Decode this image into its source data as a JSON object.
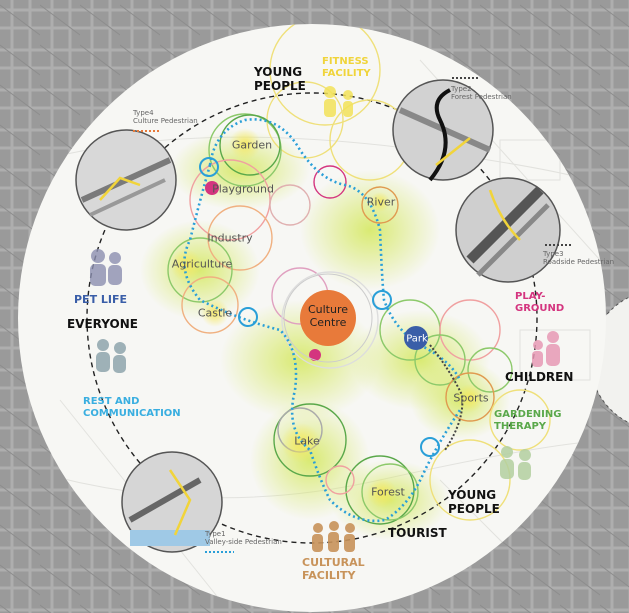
{
  "colors": {
    "background": "#9a9a9a",
    "main_circle": "#f7f7f4",
    "dashed_ring": "#222222",
    "pedestrian_path": "#2a9fd8",
    "green_zone": "#c9e26a",
    "yellow_node": "#f3e35a",
    "culture_centre": "#e87a3a",
    "park": "#3a5ea8",
    "pink": "#d4357f",
    "blue": "#39aee0",
    "green": "#5aa84a",
    "brown": "#c8935a"
  },
  "center": {
    "label": "Culture\nCentre"
  },
  "nodes": [
    {
      "key": "garden",
      "label": "Garden"
    },
    {
      "key": "playground",
      "label": "Playground"
    },
    {
      "key": "industry",
      "label": "Industry"
    },
    {
      "key": "agriculture",
      "label": "Agriculture"
    },
    {
      "key": "castle",
      "label": "Castle"
    },
    {
      "key": "river",
      "label": "River"
    },
    {
      "key": "park",
      "label": "Park"
    },
    {
      "key": "sports",
      "label": "Sports"
    },
    {
      "key": "lake",
      "label": "Lake"
    },
    {
      "key": "forest",
      "label": "Forest"
    }
  ],
  "user_groups": {
    "young_people_top": "YOUNG\nPEOPLE",
    "fitness_facility": "FITNESS\nFACILITY",
    "pet_life": "PET LIFE",
    "everyone": "EVERYONE",
    "rest_and_communication": "REST AND\nCOMMUNICATION",
    "playground_group": "PLAY-\nGROUND",
    "children": "CHILDREN",
    "gardening_therapy": "GARDENING\nTHERAPY",
    "young_people_bottom": "YOUNG\nPEOPLE",
    "tourist": "TOURIST",
    "cultural_facility": "CULTURAL\nFACILITY"
  },
  "path_types": {
    "type1": "Type1\nValley-side Pedestrian",
    "type2": "Type2\nForest Pedestrian",
    "type3": "Type3\nRoadside Pedestrian",
    "type4": "Type4\nCulture Pedestrian"
  }
}
